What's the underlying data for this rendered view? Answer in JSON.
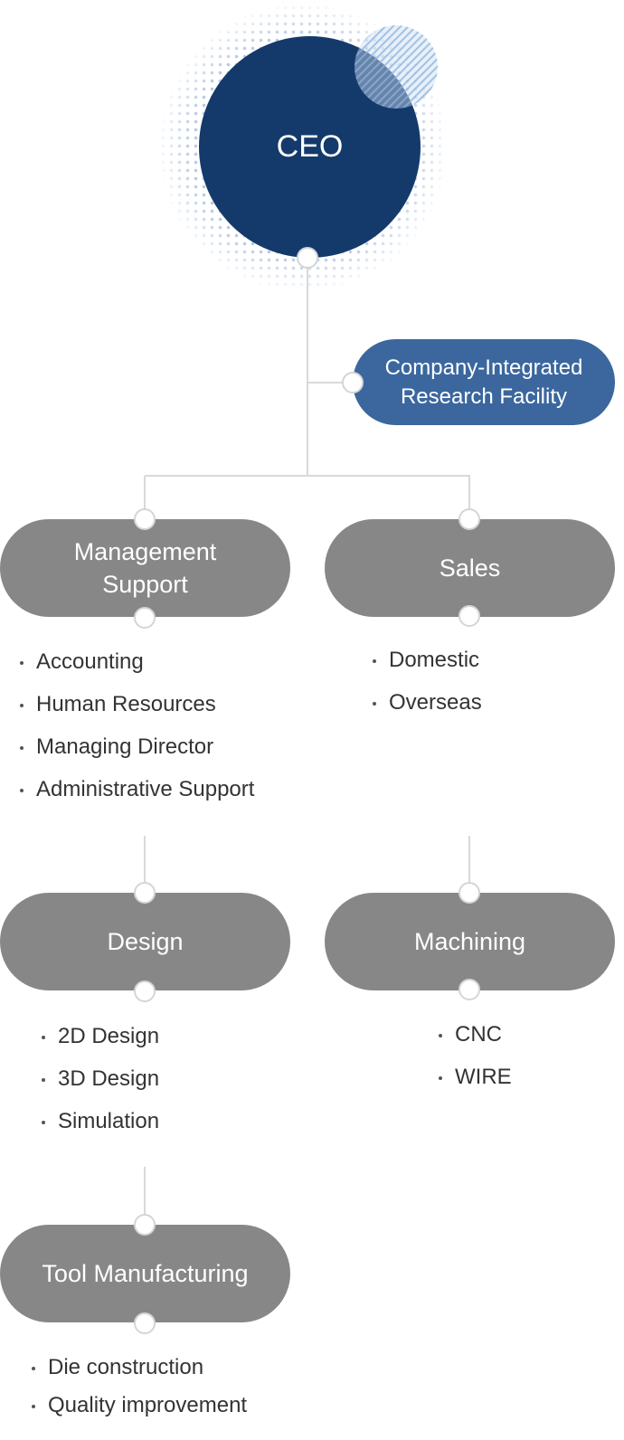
{
  "ceo": {
    "label": "CEO"
  },
  "research": {
    "line1": "Company-Integrated",
    "line2": "Research Facility"
  },
  "departments": {
    "management": {
      "label_line1": "Management",
      "label_line2": "Support",
      "items": [
        "Accounting",
        "Human Resources",
        "Managing Director",
        "Administrative Support"
      ]
    },
    "sales": {
      "label": "Sales",
      "items": [
        "Domestic",
        "Overseas"
      ]
    },
    "design": {
      "label": "Design",
      "items": [
        "2D Design",
        "3D Design",
        "Simulation"
      ]
    },
    "machining": {
      "label": "Machining",
      "items": [
        "CNC",
        "WIRE"
      ]
    },
    "tool": {
      "label": "Tool Manufacturing",
      "items": [
        "Die construction",
        "Quality improvement"
      ]
    }
  },
  "colors": {
    "ceo": "#143a6b",
    "research": "#3b679e",
    "department": "#878787",
    "connector": "#d9d9d9",
    "text": "#333333"
  }
}
